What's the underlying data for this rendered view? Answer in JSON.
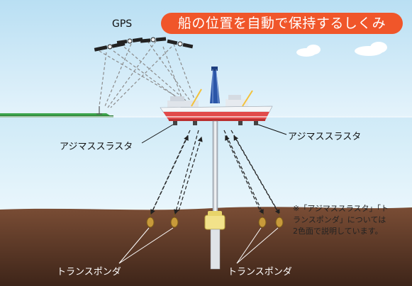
{
  "title": "船の位置を自動で保持するしくみ",
  "gps_label": "GPS",
  "thruster_label_left": "アジマススラスタ",
  "thruster_label_right": "アジマススラスタ",
  "transponder_label_left": "トランスポンダ",
  "transponder_label_right": "トランスポンダ",
  "note_lines": [
    "※「アジマススラスタ」「ト",
    "ランスポンダ」については",
    "2色面で説明しています。"
  ],
  "colors": {
    "title_bg": "#f0562a",
    "sky": "#c9e6f6",
    "sea": "#d6eef8",
    "seabed": "#5b3a2a",
    "hull": "#e14a4a"
  }
}
